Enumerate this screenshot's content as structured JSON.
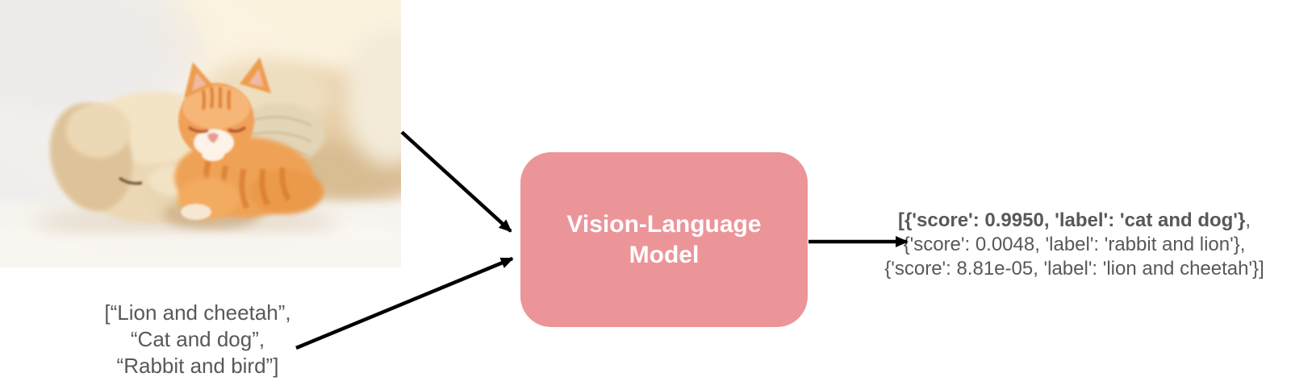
{
  "photo": {
    "aria_label": "Photo of a sleeping cream puppy with an orange tabby kitten resting its head on it"
  },
  "prompts": {
    "line1": "[“Lion and cheetah”,",
    "line2": "“Cat and dog”,",
    "line3": "“Rabbit and bird”]"
  },
  "model": {
    "line1": "Vision-Language",
    "line2": "Model",
    "fill_color": "#EC9599",
    "text_color": "#FFFFFF"
  },
  "output": {
    "line1_bold": "[{'score': 0.9950, 'label': 'cat and dog'}",
    "line1_tail": ",",
    "line2": "{'score': 0.0048, 'label': 'rabbit and lion'},",
    "line3": "{'score': 8.81e-05, 'label': 'lion and cheetah'}]",
    "text_color": "#58585A"
  },
  "arrows": {
    "color": "#000000"
  }
}
